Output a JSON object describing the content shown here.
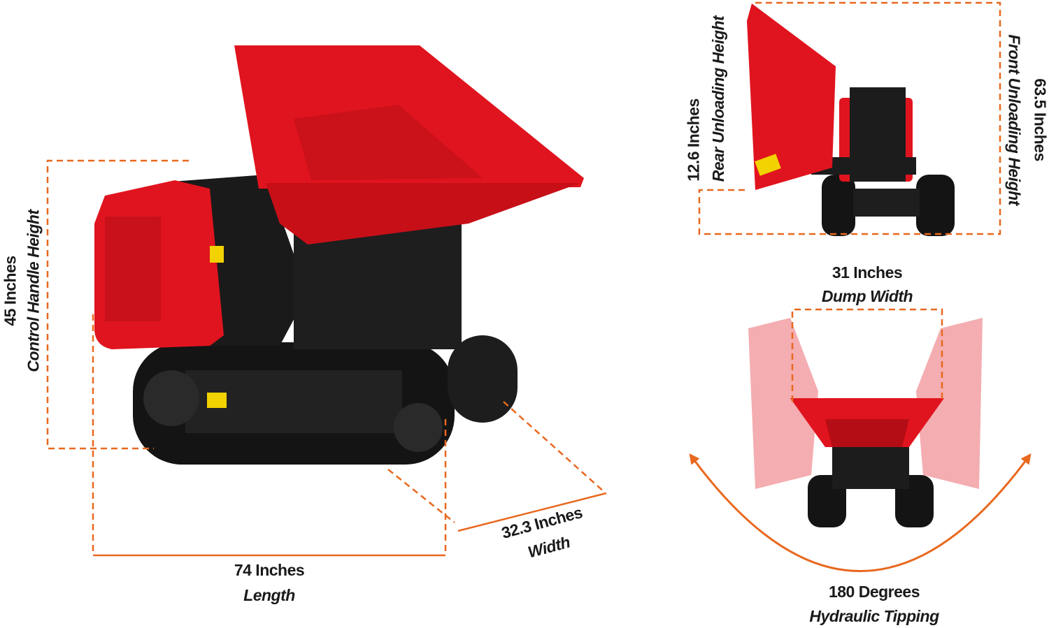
{
  "colors": {
    "accent": "#e8681f",
    "machine_red": "#e0141e",
    "track": "#141414"
  },
  "dimensions": {
    "handle_height": {
      "value": "45 Inches",
      "label": "Control Handle Height"
    },
    "length": {
      "value": "74 Inches",
      "label": "Length"
    },
    "width": {
      "value": "32.3 Inches",
      "label": "Width"
    },
    "rear_unloading": {
      "value": "12.6 Inches",
      "label": "Rear Unloading Height"
    },
    "front_unloading": {
      "value": "63.5 Inches",
      "label": "Front Unloading Height"
    },
    "dump_width": {
      "value": "31 Inches",
      "label": "Dump Width"
    },
    "tipping": {
      "value": "180 Degrees",
      "label": "Hydraulic Tipping"
    }
  }
}
